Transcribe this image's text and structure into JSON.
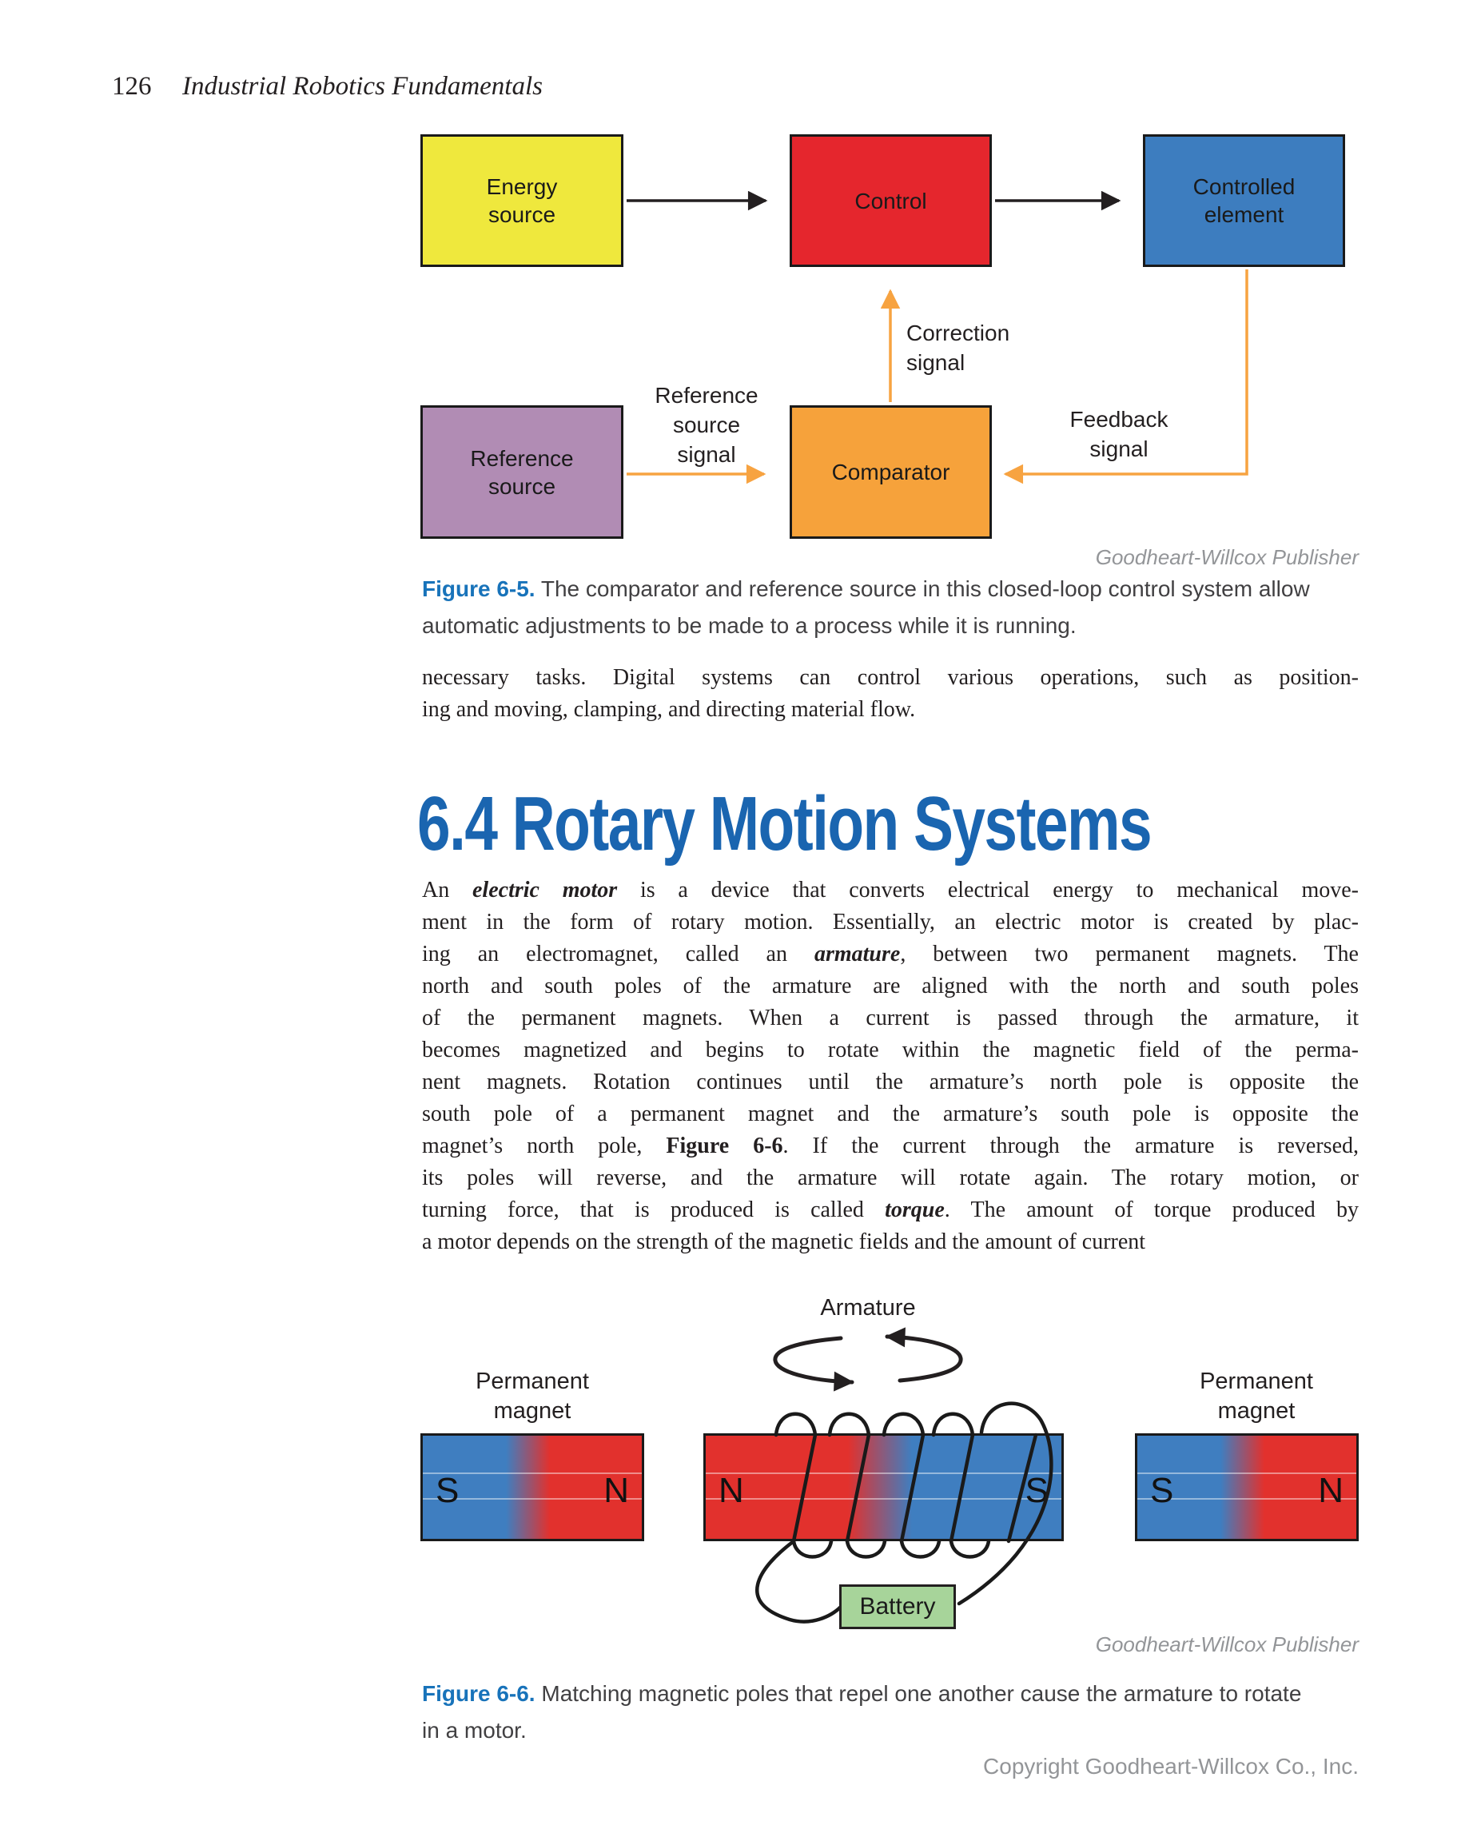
{
  "header": {
    "page_number": "126",
    "book_title": "Industrial Robotics Fundamentals"
  },
  "figure5": {
    "energy_box": {
      "line1": "Energy",
      "line2": "source"
    },
    "control_box": {
      "label": "Control"
    },
    "controlled_box": {
      "line1": "Controlled",
      "line2": "element"
    },
    "reference_box": {
      "line1": "Reference",
      "line2": "source"
    },
    "comparator_box": {
      "label": "Comparator"
    },
    "correction_label": {
      "line1": "Correction",
      "line2": "signal"
    },
    "reference_signal_label": {
      "line1": "Reference",
      "line2": "source",
      "line3": "signal"
    },
    "feedback_label": {
      "line1": "Feedback",
      "line2": "signal"
    },
    "credit": "Goodheart-Willcox Publisher",
    "caption": {
      "label": "Figure 6-5.",
      "line1": "The comparator and reference source in this closed-loop control system allow",
      "line2": "automatic adjustments to be made to a process while it is running."
    }
  },
  "intro_paragraph": {
    "line1": "necessary tasks. Digital systems can control various operations, such as position-",
    "line2": "ing and moving, clamping, and directing material flow."
  },
  "section_heading": "6.4 Rotary Motion Systems",
  "rotary_paragraph": {
    "lines": [
      [
        "An ",
        "electric motor",
        " is a device that converts electrical energy to mechanical move-"
      ],
      "ment in the form of rotary motion. Essentially, an electric motor is created by plac-",
      [
        "ing an electromagnet, called an ",
        "armature",
        ", between two permanent magnets. The"
      ],
      "north and south poles of the armature are aligned with the north and south poles",
      "of the permanent magnets. When a current is passed through the armature, it",
      "becomes magnetized and begins to rotate within the magnetic field of the perma-",
      "nent magnets. Rotation continues until the armature’s north pole is opposite the",
      "south pole of a permanent magnet and the armature’s south pole is opposite the",
      [
        "magnet’s north pole, ",
        "Figure 6-6",
        ". If the current through the armature is reversed,"
      ],
      "its poles will reverse, and the armature will rotate again. The rotary motion, or",
      [
        "turning force, that is produced is called ",
        "torque",
        ". The amount of torque produced by"
      ],
      "a motor depends on the strength of the magnetic fields and the amount of current"
    ]
  },
  "figure6": {
    "armature_label": "Armature",
    "left_magnet_label": {
      "line1": "Permanent",
      "line2": "magnet"
    },
    "right_magnet_label": {
      "line1": "Permanent",
      "line2": "magnet"
    },
    "left_magnet": {
      "left_pole": "S",
      "right_pole": "N"
    },
    "middle_magnet": {
      "left_pole": "N",
      "right_pole": "S"
    },
    "right_magnet": {
      "left_pole": "S",
      "right_pole": "N"
    },
    "battery_label": "Battery",
    "credit": "Goodheart-Willcox Publisher",
    "caption": {
      "label": "Figure 6-6.",
      "line1": "Matching magnetic poles that repel one another cause the armature to rotate",
      "line2": "in a motor."
    }
  },
  "footer": "Copyright Goodheart-Willcox Co., Inc.",
  "colors": {
    "energy_source_yellow": "#efe83d",
    "control_red": "#e5262d",
    "controlled_blue": "#3d7dbf",
    "reference_purple": "#b18cb4",
    "comparator_orange": "#f6a23b",
    "signal_arrow_orange": "#f7a341",
    "magnet_red": "#e2312d",
    "magnet_blue": "#3f7ec0",
    "battery_green": "#a7d49a",
    "heading_blue": "#1a65b0",
    "figure_label_blue": "#1873ba",
    "credit_gray": "#939598"
  }
}
